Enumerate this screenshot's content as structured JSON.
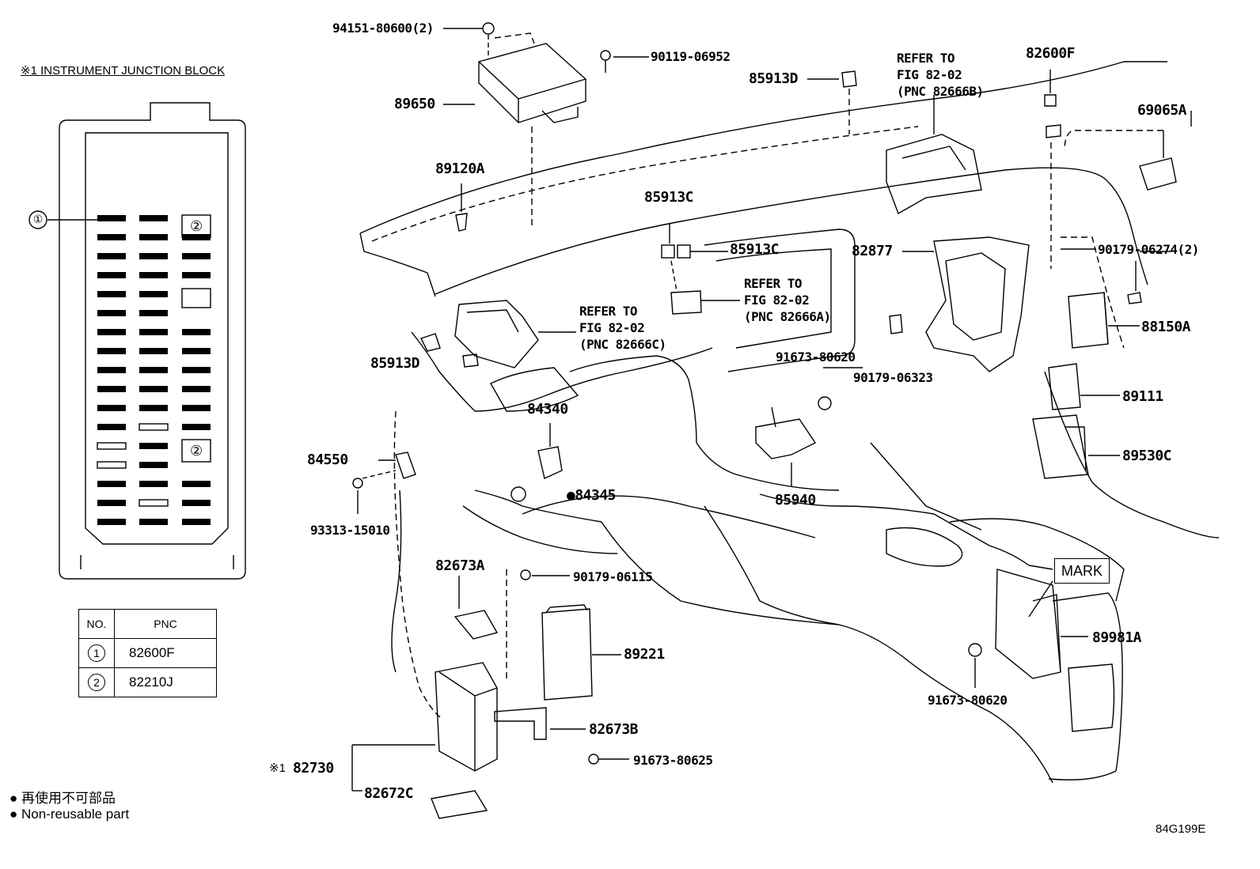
{
  "figure_code": "84G199E",
  "junction_block": {
    "title": "※1 INSTRUMENT JUNCTION BLOCK",
    "callout_1": "①",
    "callout_2": "②",
    "table": {
      "header_no": "NO.",
      "header_pnc": "PNC",
      "rows": [
        {
          "no": "1",
          "pnc": "82600F"
        },
        {
          "no": "2",
          "pnc": "82210J"
        }
      ]
    }
  },
  "legend": {
    "jp": "● 再使用不可部品",
    "en": "● Non-reusable part"
  },
  "mark_label": "MARK",
  "parts": {
    "p94151": "94151-80600(2)",
    "p90119": "90119-06952",
    "p89650": "89650",
    "p89120A": "89120A",
    "p85913D_top": "85913D",
    "refer_b_1": "REFER TO",
    "refer_b_2": "FIG 82-02",
    "refer_b_3": "(PNC 82666B)",
    "p82600F": "82600F",
    "p69065A": "69065A",
    "p85913C_1": "85913C",
    "p85913C_2": "85913C",
    "refer_a_1": "REFER TO",
    "refer_a_2": "FIG 82-02",
    "refer_a_3": "(PNC 82666A)",
    "p82877": "82877",
    "p90179_06274": "90179-06274(2)",
    "refer_c_1": "REFER TO",
    "refer_c_2": "FIG 82-02",
    "refer_c_3": "(PNC 82666C)",
    "p88150A": "88150A",
    "p85913D_low": "85913D",
    "p91673_80620_a": "91673-80620",
    "p90179_06323": "90179-06323",
    "p89111": "89111",
    "p84340": "84340",
    "p84550": "84550",
    "p89530C": "89530C",
    "p84345": "●84345",
    "p85940": "85940",
    "p93313": "93313-15010",
    "p82673A": "82673A",
    "p90179_06115": "90179-06115",
    "p89221": "89221",
    "p89981A": "89981A",
    "p91673_80620_b": "91673-80620",
    "p82673B": "82673B",
    "p82730_prefix": "※1",
    "p82730": "82730",
    "p91673_80625": "91673-80625",
    "p82672C": "82672C"
  }
}
